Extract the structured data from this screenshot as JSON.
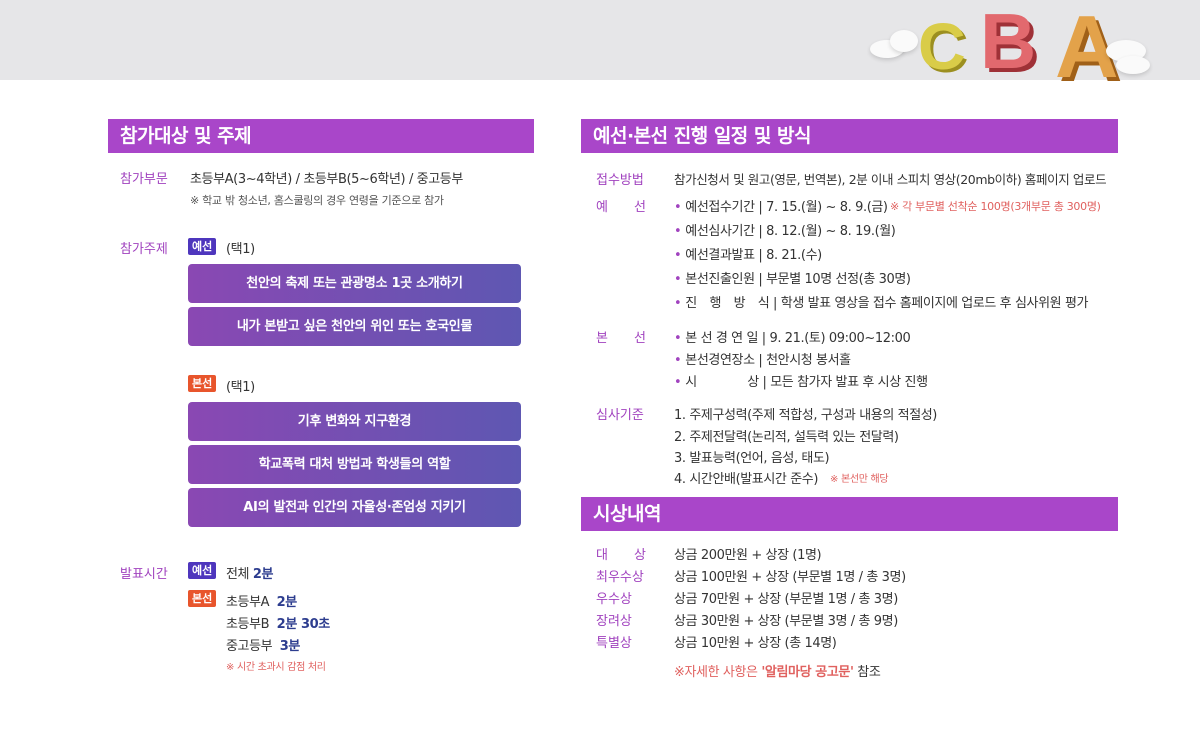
{
  "logo": {
    "letters": [
      "C",
      "B",
      "A"
    ]
  },
  "left": {
    "title": "참가대상 및 주제",
    "division_label": "참가부문",
    "division_text": "초등부A(3~4학년) / 초등부B(5~6학년) / 중고등부",
    "division_note": "※ 학교 밖 청소년, 홈스쿨링의 경우 연령을 기준으로 참가",
    "topic_label": "참가주제",
    "pre_badge": "예선",
    "main_badge": "본선",
    "choose_one": "(택1)",
    "pre_topics": [
      "천안의 축제 또는 관광명소 1곳 소개하기",
      "내가 본받고 싶은 천안의 위인 또는 호국인물"
    ],
    "main_topics": [
      "기후 변화와 지구환경",
      "학교폭력 대처 방법과 학생들의 역할",
      "AI의 발전과 인간의 자율성·존엄성 지키기"
    ],
    "time_label": "발표시간",
    "pre_time_prefix": "전체",
    "pre_time_value": "2분",
    "main_times": [
      {
        "group": "초등부A",
        "time": "2분"
      },
      {
        "group": "초등부B",
        "time": "2분 30초"
      },
      {
        "group": "중고등부",
        "time": "3분"
      }
    ],
    "time_note": "※ 시간 초과시 감점 처리"
  },
  "right": {
    "title": "예선·본선 진행 일정 및 방식",
    "apply_label": "접수방법",
    "apply_text": "참가신청서 및 원고(영문, 번역본), 2분 이내 스피치 영상(20mb이하) 홈페이지 업로드",
    "prelim_label": "예　　선",
    "prelim_items": [
      {
        "text": "예선접수기간 | 7. 15.(월) ~ 8. 9.(금)",
        "note": "※ 각 부문별 선착순 100명(3개부문 총 300명)"
      },
      {
        "text": "예선심사기간 | 8. 12.(월) ~ 8. 19.(월)",
        "note": ""
      },
      {
        "text": "예선결과발표 | 8. 21.(수)",
        "note": ""
      },
      {
        "text": "본선진출인원 | 부문별 10명 선정(총 30명)",
        "note": ""
      },
      {
        "text": "진　행　방　식 | 학생 발표 영상을 접수 홈페이지에 업로드 후 심사위원 평가",
        "note": ""
      }
    ],
    "final_label": "본　　선",
    "final_items": [
      "본 선 경 연 일 | 9. 21.(토) 09:00~12:00",
      "본선경연장소 | 천안시청 봉서홀",
      "시　　　　상 | 모든 참가자 발표 후 시상 진행"
    ],
    "criteria_label": "심사기준",
    "criteria": [
      "1. 주제구성력(주제 적합성, 구성과 내용의 적절성)",
      "2. 주제전달력(논리적, 설득력 있는 전달력)",
      "3. 발표능력(언어, 음성, 태도)",
      "4. 시간안배(발표시간 준수)"
    ],
    "criteria_note": "※ 본선만 해당",
    "award_title": "시상내역",
    "awards": [
      {
        "label": "대　　상",
        "text": "상금 200만원 + 상장 (1명)"
      },
      {
        "label": "최우수상",
        "text": "상금 100만원 + 상장 (부문별 1명 / 총 3명)"
      },
      {
        "label": "우수상",
        "text": "상금 70만원 + 상장 (부문별 1명 / 총 3명)"
      },
      {
        "label": "장려상",
        "text": "상금 30만원 + 상장 (부문별 3명 / 총 9명)"
      },
      {
        "label": "특별상",
        "text": "상금 10만원 + 상장 (총 14명)"
      }
    ],
    "footer_prefix": "※자세한 사항은 ",
    "footer_link": "'알림마당 공고문'",
    "footer_suffix": " 참조"
  },
  "colors": {
    "purple": "#a946c9",
    "pre_badge": "#4e36bd",
    "main_badge": "#e8552c",
    "note_red": "#e0615f"
  }
}
